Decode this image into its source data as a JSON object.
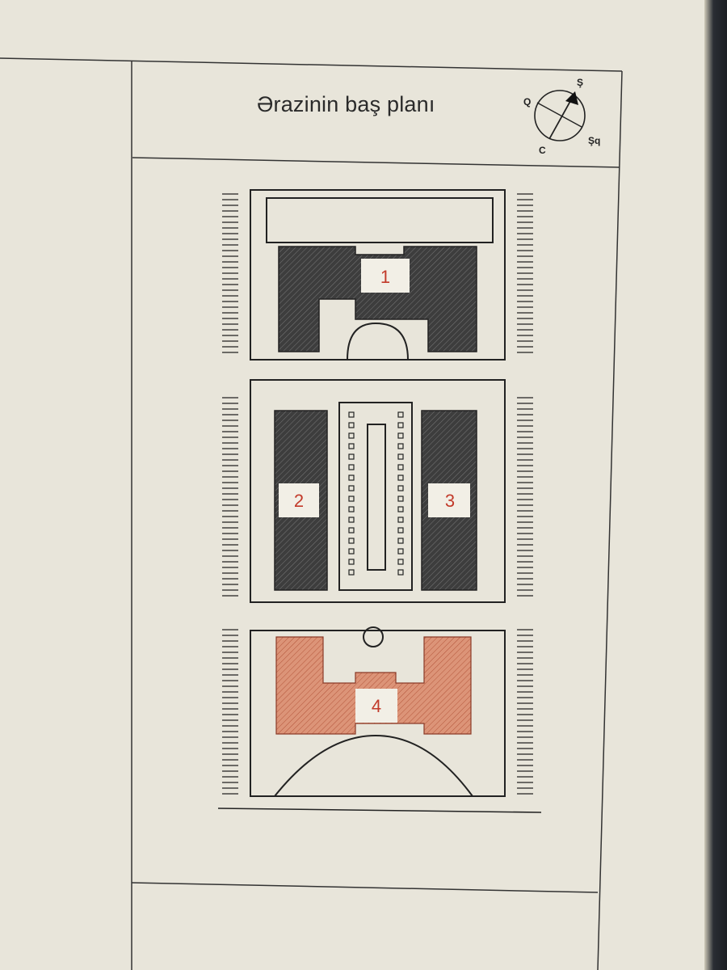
{
  "sheet": {
    "title": "Ərazinin baş planı",
    "compass": {
      "north": "Ş",
      "west": "Q",
      "south": "C",
      "east": "Şq"
    },
    "buildings": [
      {
        "label": "1",
        "status": "existing",
        "color": "#3a3a3a"
      },
      {
        "label": "2",
        "status": "existing",
        "color": "#3a3a3a"
      },
      {
        "label": "3",
        "status": "existing",
        "color": "#3a3a3a"
      },
      {
        "label": "4",
        "status": "highlighted",
        "color": "#d9886a"
      }
    ]
  }
}
